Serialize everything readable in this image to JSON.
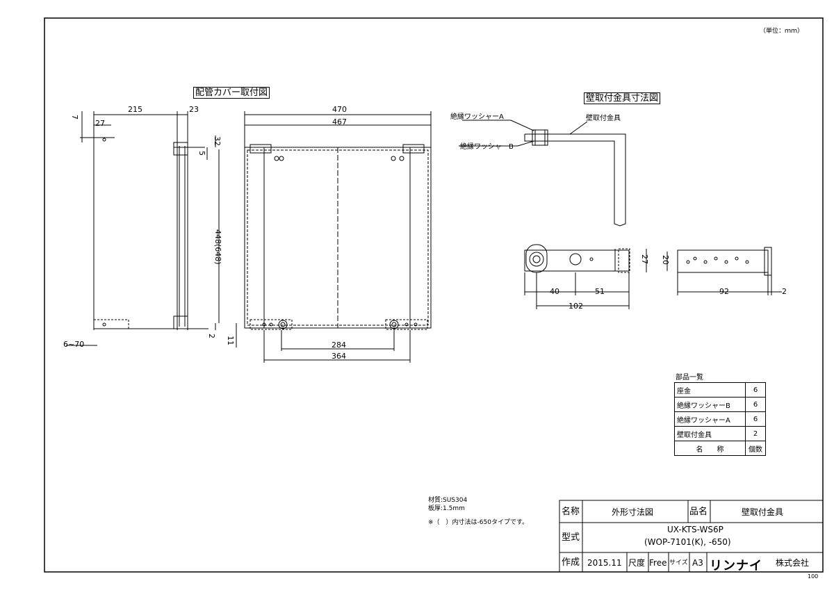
{
  "unit_note": "（単位：ｍｍ）",
  "views": {
    "cover_title": "配管カバー取付図",
    "bracket_title": "壁取付金具寸法図"
  },
  "dimensions": {
    "d215": "215",
    "d23": "23",
    "d7": "7",
    "d27": "27",
    "d32": "32",
    "d5": "5",
    "d448": "448(648)",
    "d2a": "2",
    "d11": "11",
    "d6_70": "6~70",
    "d470": "470",
    "d467": "467",
    "d284": "284",
    "d364": "364",
    "d27b": "27",
    "d20": "20",
    "d40": "40",
    "d51": "51",
    "d102": "102",
    "d92": "92",
    "d2b": "2"
  },
  "callouts": {
    "washer_a": "絶縁ワッシャーA",
    "washer_b": "絶縁ワッシャーB",
    "bracket": "壁取付金具"
  },
  "parts_list": {
    "title": "部品一覧",
    "rows": [
      {
        "name": "座金",
        "qty": "6"
      },
      {
        "name": "絶縁ワッシャーB",
        "qty": "6"
      },
      {
        "name": "絶縁ワッシャーA",
        "qty": "6"
      },
      {
        "name": "壁取付金具",
        "qty": "2"
      }
    ],
    "header_name": "名　　称",
    "header_qty": "個数"
  },
  "notes": {
    "material": "材質:SUS304",
    "thickness": "板厚:1.5mm",
    "footnote": "※（　）内寸法は-650タイプです。"
  },
  "title_block": {
    "name_label": "名称",
    "name_value": "外形寸法図",
    "product_label": "品名",
    "product_value": "壁取付金具",
    "model_label": "型式",
    "model_line1": "UX-KTS-WS6P",
    "model_line2": "(WOP-7101(K), -650)",
    "made_label": "作成",
    "made_value": "2015.11",
    "scale_label": "尺度",
    "scale_value": "Free",
    "size_label": "サイズ",
    "size_value": "A3",
    "company_logo": "リンナイ",
    "company_suffix": "株式会社"
  },
  "corner_number": "100"
}
